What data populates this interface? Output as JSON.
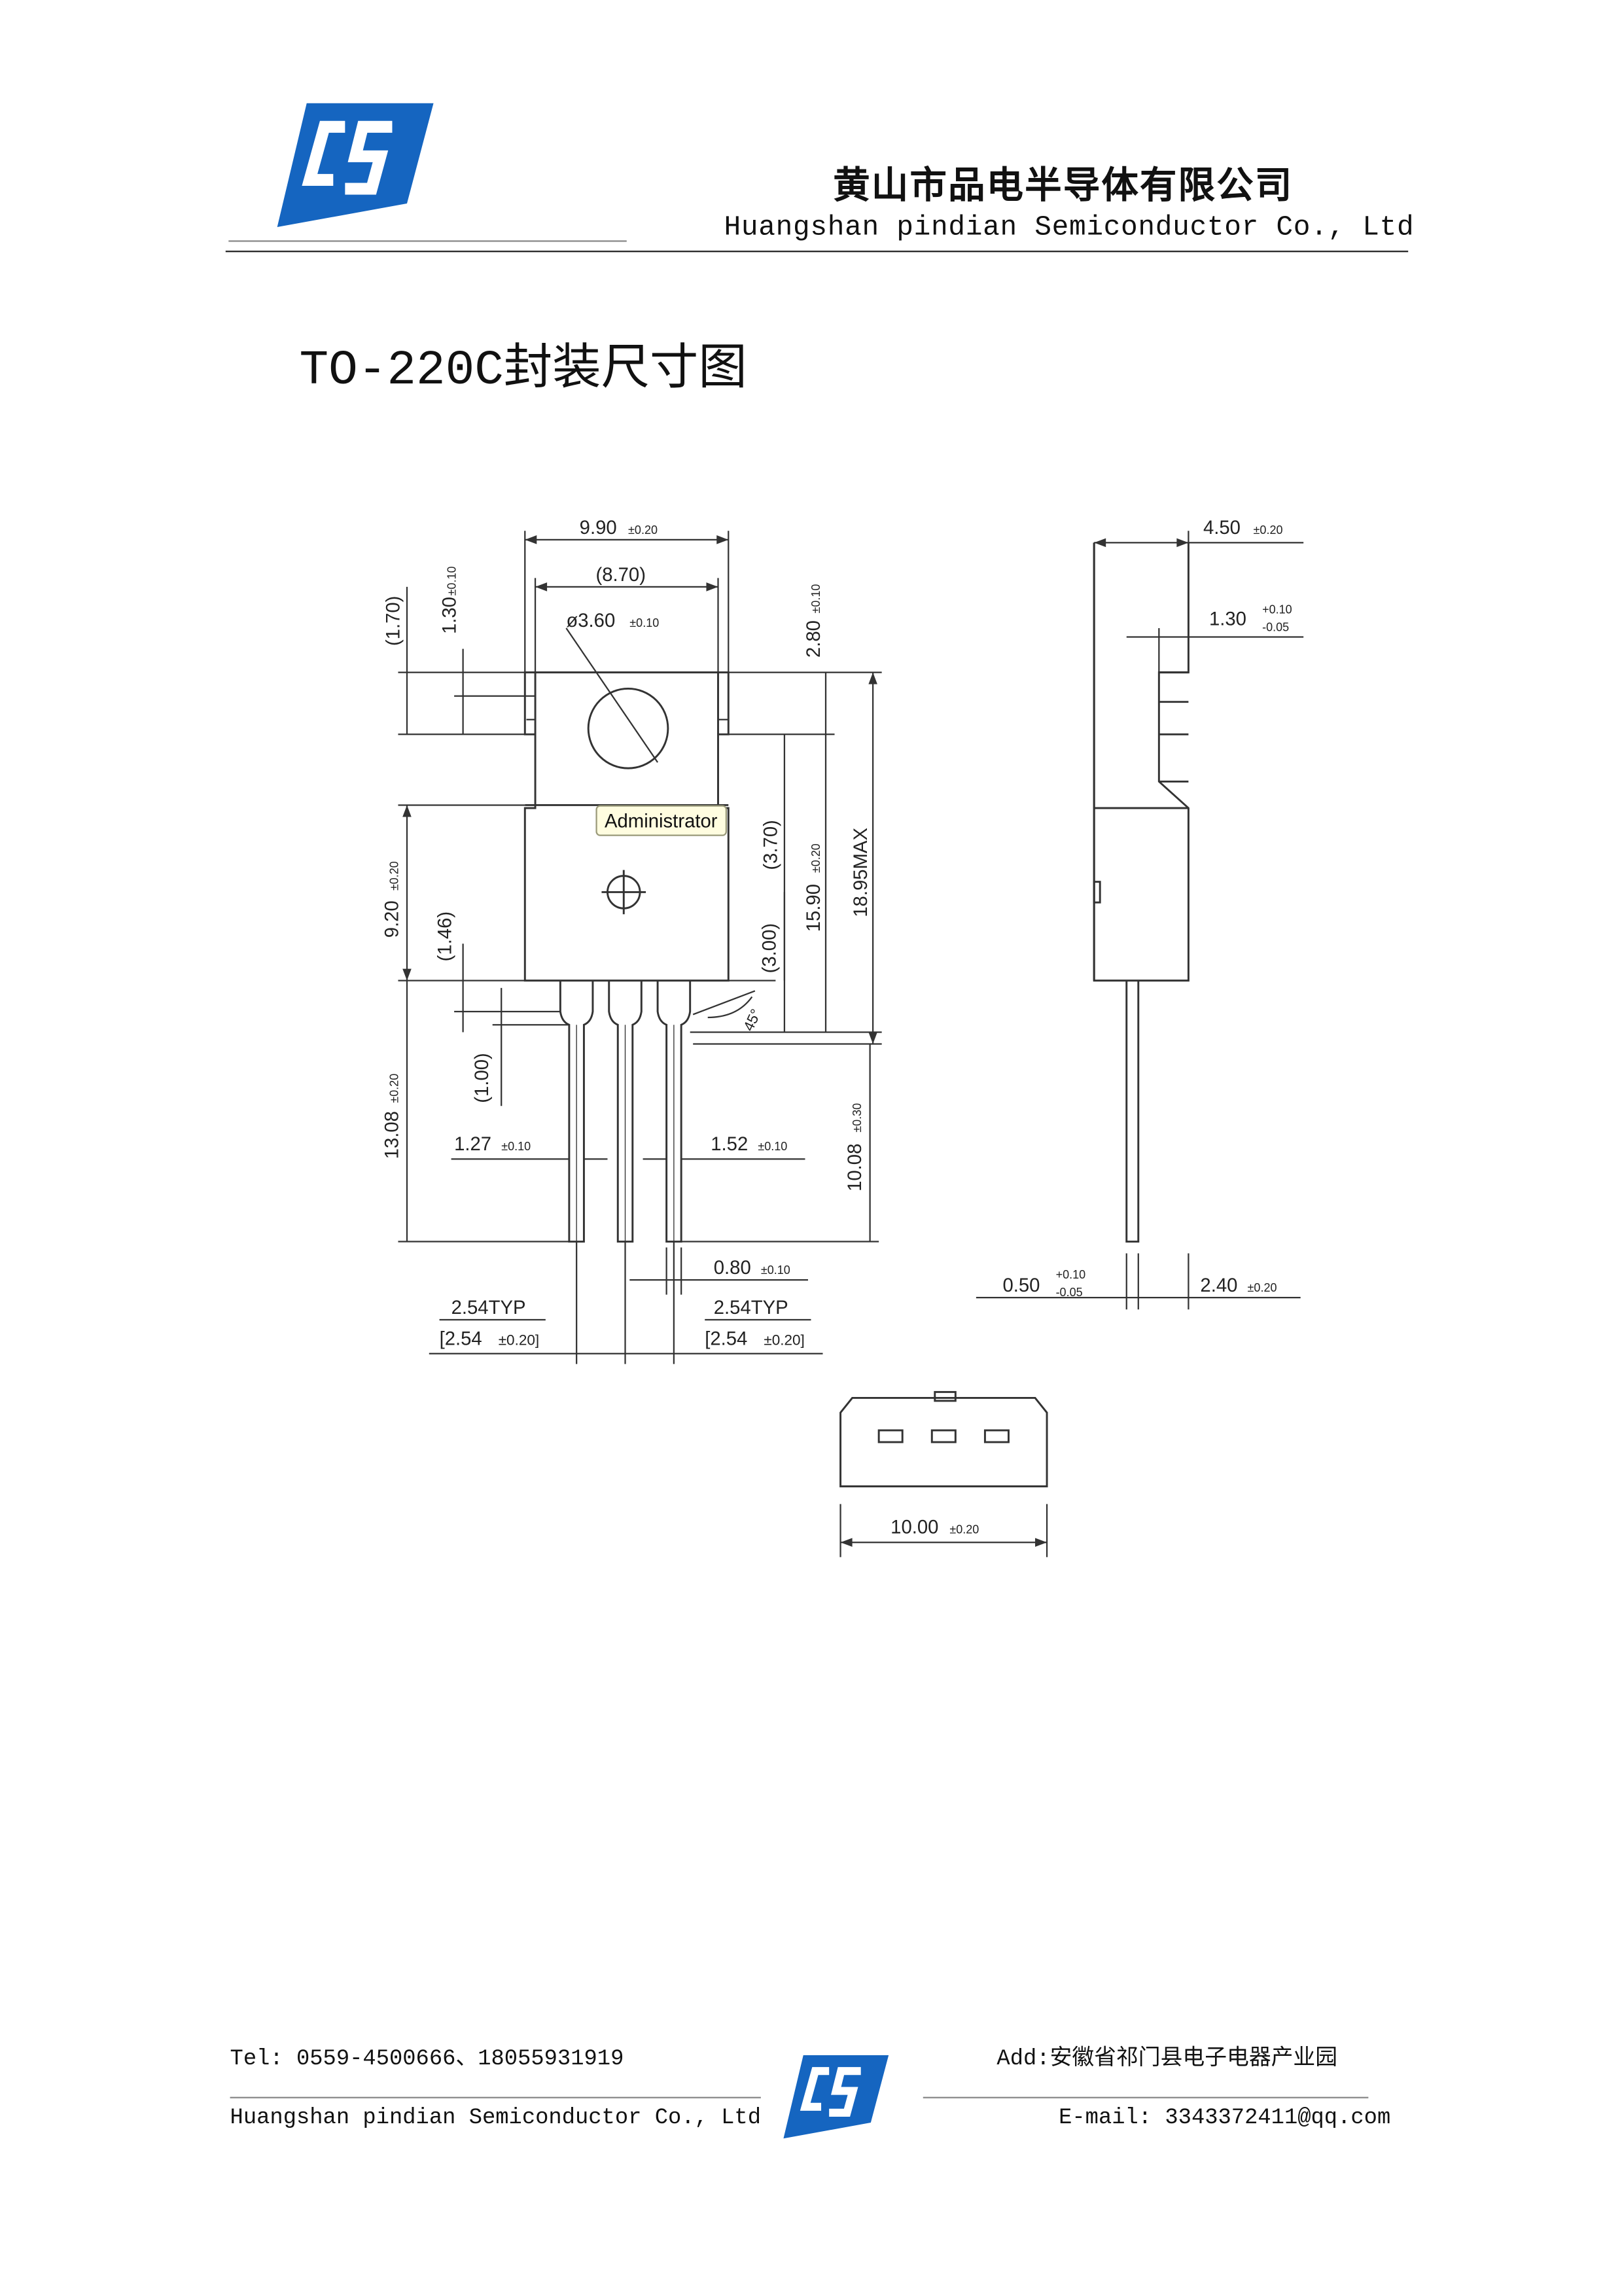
{
  "header": {
    "company_cn": "黄山市品电半导体有限公司",
    "company_en": "Huangshan  pindian Semiconductor Co., Ltd",
    "logo_color": "#1565c0"
  },
  "document": {
    "title": "TO-220C封装尺寸图"
  },
  "drawing": {
    "annotation_badge": "Administrator",
    "front_view": {
      "dims": {
        "width_total": "9.90",
        "width_total_tol": "±0.20",
        "width_inner": "(8.70)",
        "hole_dia": "ø3.60",
        "hole_dia_tol": "±0.10",
        "left_ref_1": "(1.70)",
        "left_ref_2": "1.30",
        "left_ref_2_tol": "±0.10",
        "top_right": "2.80",
        "top_right_tol": "±0.10",
        "body_height": "9.20",
        "body_height_tol": "±0.20",
        "ref_146": "(1.46)",
        "ref_370": "(3.70)",
        "height_1590": "15.90",
        "height_1590_tol": "±0.20",
        "height_max": "18.95MAX",
        "ref_300": "(3.00)",
        "angle": "45°",
        "ref_100": "(1.00)",
        "lead_length": "13.08",
        "lead_length_tol": "±0.20",
        "lead_1027": "1.27",
        "lead_1027_tol": "±0.10",
        "lead_152": "1.52",
        "lead_152_tol": "±0.10",
        "lead_1008": "10.08",
        "lead_1008_tol": "±0.30",
        "lead_thickness": "0.80",
        "lead_thickness_tol": "±0.10",
        "pitch_left_typ": "2.54TYP",
        "pitch_left": "[2.54",
        "pitch_left_tol": "±0.20]",
        "pitch_right_typ": "2.54TYP",
        "pitch_right": "[2.54",
        "pitch_right_tol": "±0.20]"
      }
    },
    "side_view": {
      "dims": {
        "depth": "4.50",
        "depth_tol": "±0.20",
        "tab_thickness": "1.30",
        "tab_tol_plus": "+0.10",
        "tab_tol_minus": "-0.05",
        "lead_thickness": "0.50",
        "lead_tol_plus": "+0.10",
        "lead_tol_minus": "-0.05",
        "lead_offset": "2.40",
        "lead_offset_tol": "±0.20"
      }
    },
    "bottom_view": {
      "dims": {
        "width": "10.00",
        "width_tol": "±0.20"
      }
    }
  },
  "footer": {
    "tel": "Tel: 0559-4500666、18055931919",
    "address": "Add:安徽省祁门县电子电器产业园",
    "company_en": "Huangshan  pindian Semiconductor Co., Ltd",
    "email": "E-mail: 3343372411@qq.com"
  }
}
